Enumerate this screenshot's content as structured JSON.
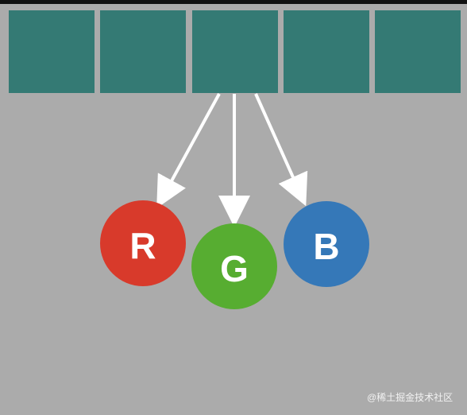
{
  "circles": [
    {
      "label": "R",
      "color": "#d83a2b"
    },
    {
      "label": "G",
      "color": "#57ad31"
    },
    {
      "label": "B",
      "color": "#3578b8"
    }
  ],
  "watermark": "@稀土掘金技术社区",
  "colors": {
    "background": "#ababab",
    "square": "#347a74",
    "arrow": "#ffffff",
    "text": "#ffffff"
  }
}
